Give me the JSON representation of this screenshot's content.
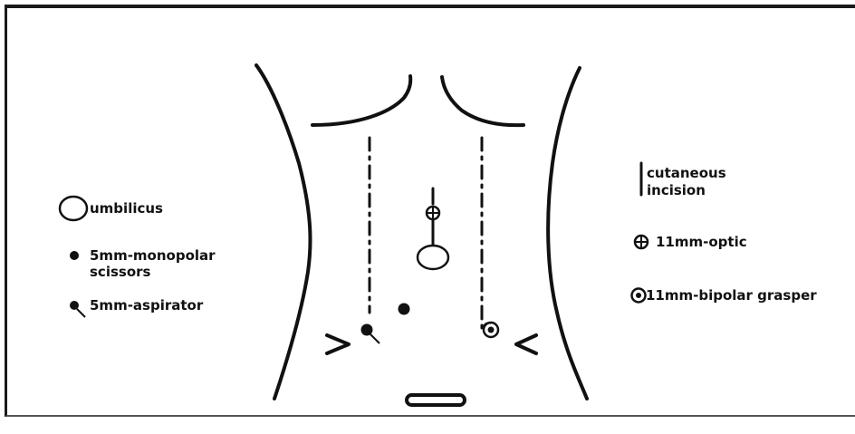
{
  "legend_left": {
    "umbilicus": "umbilicus",
    "scissors_line1": "5mm-monopolar",
    "scissors_line2": "scissors",
    "aspirator": "5mm-aspirator"
  },
  "legend_right": {
    "incision_line1": "cutaneous",
    "incision_line2": "incision",
    "optic": "11mm-optic",
    "grasper": "11mm-bipolar grasper"
  },
  "colors": {
    "ink": "#111111",
    "background": "#ffffff"
  }
}
